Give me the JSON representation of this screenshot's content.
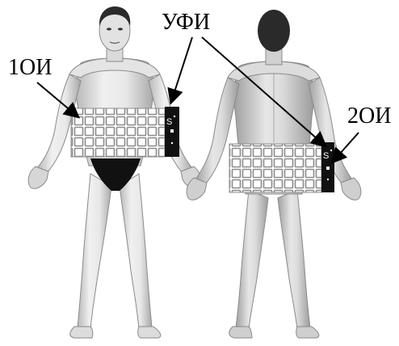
{
  "labels": {
    "emitter_front": "1ОИ",
    "phototherapy_device": "УФИ",
    "emitter_back": "2ОИ"
  },
  "device_panel": {
    "letter": "S"
  },
  "colors": {
    "skin_light": "#f2f2f2",
    "skin_mid": "#c9c9c9",
    "skin_dark": "#9a9a9a",
    "hair": "#2a2a2a",
    "grid_fill": "#ffffff",
    "grid_line": "#8a8a8a",
    "device_panel": "#111111",
    "underwear": "#111111",
    "arrow": "#000000"
  }
}
